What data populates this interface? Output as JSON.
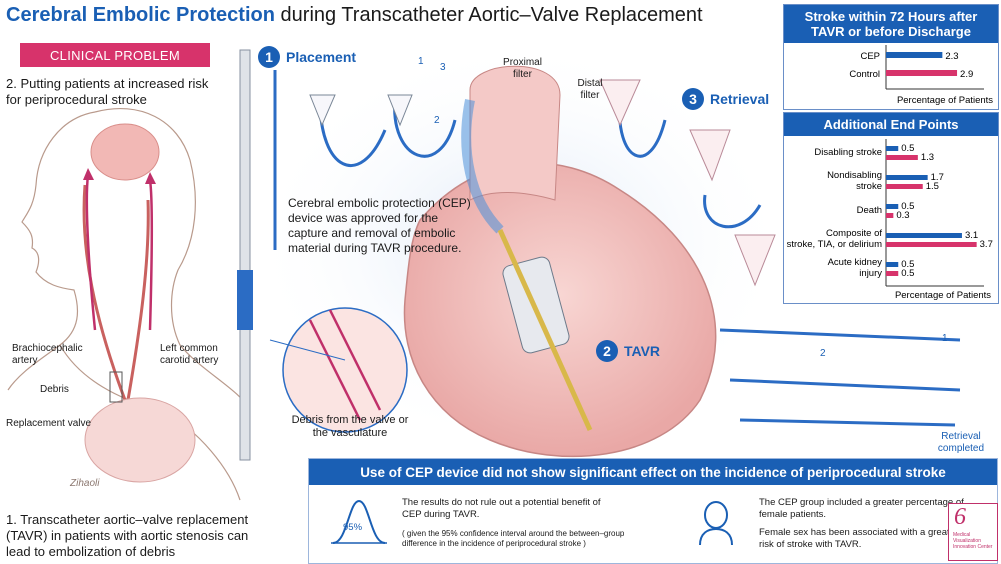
{
  "title": {
    "part1": "Cerebral Embolic Protection",
    "part2": "during Transcatheter Aortic–Valve Replacement"
  },
  "clinical_problem": {
    "badge": "CLINICAL PROBLEM",
    "point2": "2. Putting patients at increased risk for periprocedural stroke",
    "point1": "1. Transcatheter aortic–valve replacement (TAVR) in patients with aortic stenosis can lead to embolization of debris",
    "labels": {
      "brachiocephalic": "Brachiocephalic artery",
      "left_carotid": "Left common carotid artery",
      "debris": "Debris",
      "replacement_valve": "Replacement valve",
      "signature": "Zihaoli"
    }
  },
  "steps": {
    "s1": {
      "num": "1",
      "label": "Placement"
    },
    "s2": {
      "num": "2",
      "label": "TAVR"
    },
    "s3": {
      "num": "3",
      "label": "Retrieval"
    },
    "seq": {
      "a": "1",
      "b": "3",
      "c": "2",
      "d": "1",
      "e": "2"
    },
    "proximal_filter": "Proximal filter",
    "distal_filter": "Distal filter",
    "retrieval_completed": "Retrieval completed",
    "cep_text": "Cerebral embolic protection (CEP) device was approved for the capture and removal of embolic material during TAVR procedure.",
    "debris_text": "Debris from the valve or the vasculature"
  },
  "stroke_panel": {
    "title": "Stroke within 72 Hours after TAVR or before Discharge",
    "xlabel": "Percentage of Patients"
  },
  "endpoints_panel": {
    "title": "Additional End Points",
    "xlabel": "Percentage of Patients"
  },
  "colors": {
    "cep": "#1a5fb4",
    "control": "#d7336b",
    "accent": "#1a5fb4",
    "badge": "#d7336b"
  },
  "chart_data": [
    {
      "type": "bar",
      "title": "Stroke within 72 Hours after TAVR or before Discharge",
      "xlabel": "Percentage of Patients",
      "categories": [
        "CEP",
        "Control"
      ],
      "values": [
        2.3,
        2.9
      ],
      "xlim": [
        0,
        4
      ]
    },
    {
      "type": "bar",
      "title": "Additional End Points",
      "xlabel": "Percentage of Patients",
      "categories": [
        "Disabling stroke",
        "Nondisabling stroke",
        "Death",
        "Composite of stroke, TIA, or delirium",
        "Acute kidney injury"
      ],
      "series": [
        {
          "values": [
            0.5,
            1.7,
            0.5,
            3.1,
            0.5
          ]
        },
        {
          "values": [
            1.3,
            1.5,
            0.3,
            3.7,
            0.5
          ]
        }
      ],
      "xlim": [
        0,
        4
      ]
    }
  ],
  "bottom": {
    "headline": "Use of CEP device did not show significant effect on the incidence of periprocedural stroke",
    "ci_label": "95%",
    "left_main": "The results do not rule out a potential benefit of CEP during TAVR.",
    "left_note": "( given the 95% confidence interval around the between–group difference in the incidence of periprocedural stroke )",
    "right_1": "The CEP group included a greater percentage of female patients.",
    "right_2": "Female sex has been associated with a greater risk of stroke with TAVR."
  },
  "logo": {
    "number": "6",
    "text": "Medical Visualization Innovation Center"
  }
}
